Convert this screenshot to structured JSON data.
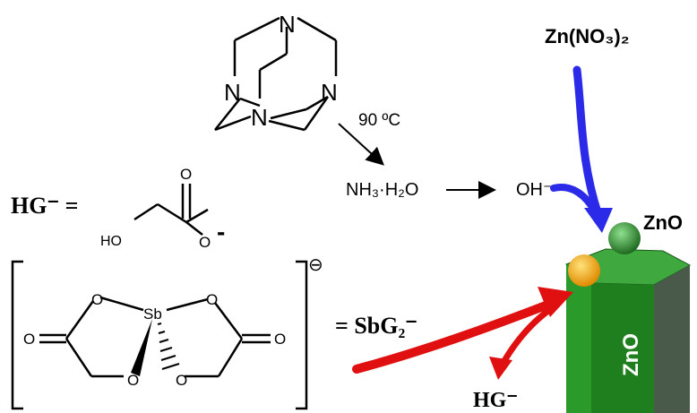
{
  "hmt": {
    "atom_n": "N",
    "temperature": "90 ºC"
  },
  "reaction": {
    "ammonia": "NH₃·H₂O",
    "hydroxide": "OH⁻",
    "zinc_nitrate": "Zn(NO₃)₂"
  },
  "glycolate": {
    "label": "HG⁻ =",
    "oh": "HO",
    "o_top": "O",
    "o_minus": "O",
    "minus": "-"
  },
  "sb_complex": {
    "atom_o": "O",
    "atom_sb": "Sb",
    "charge": "⊖",
    "label": "= SbG₂⁻"
  },
  "zno": {
    "particle_label": "ZnO",
    "rod_label": "ZnO",
    "released": "HG⁻"
  },
  "colors": {
    "blue_arrow": "#2a2ae8",
    "red_arrow": "#e01010",
    "prism_front": "#1f8a1f",
    "prism_top": "#3fa93f",
    "sphere_green": "#1f7a1f",
    "sphere_orange": "#f0a000"
  }
}
